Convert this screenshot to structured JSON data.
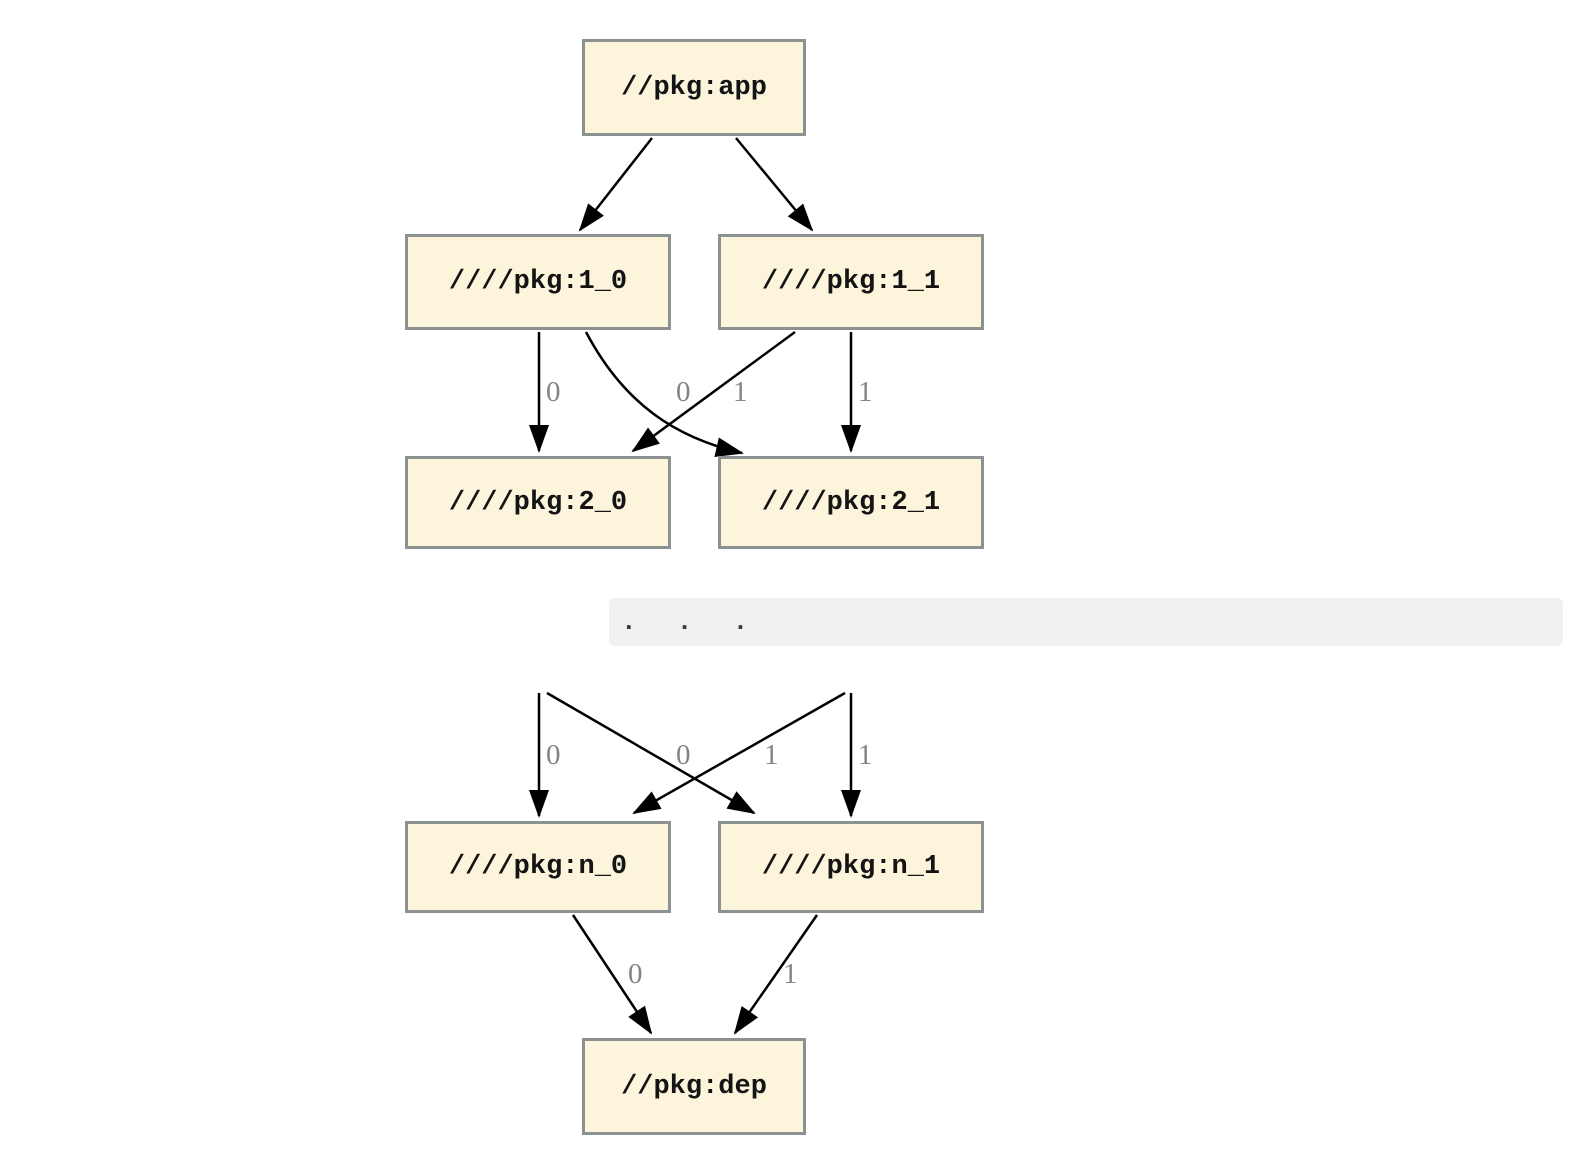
{
  "diagram": {
    "kind": "dependency-graph",
    "nodes": {
      "app": {
        "label": "//pkg:app"
      },
      "l1_0": {
        "label": "////pkg:1_0"
      },
      "l1_1": {
        "label": "////pkg:1_1"
      },
      "l2_0": {
        "label": "////pkg:2_0"
      },
      "l2_1": {
        "label": "////pkg:2_1"
      },
      "ln_0": {
        "label": "////pkg:n_0"
      },
      "ln_1": {
        "label": "////pkg:n_1"
      },
      "dep": {
        "label": "//pkg:dep"
      }
    },
    "ellipsis": {
      "text": ".  .  ."
    },
    "edges": [
      {
        "from": "//pkg:app",
        "to": "////pkg:1_0",
        "label": ""
      },
      {
        "from": "//pkg:app",
        "to": "////pkg:1_1",
        "label": ""
      },
      {
        "from": "////pkg:1_0",
        "to": "////pkg:2_0",
        "label": "0"
      },
      {
        "from": "////pkg:1_0",
        "to": "////pkg:2_1",
        "label": "0"
      },
      {
        "from": "////pkg:1_1",
        "to": "////pkg:2_0",
        "label": "1"
      },
      {
        "from": "////pkg:1_1",
        "to": "////pkg:2_1",
        "label": "1"
      },
      {
        "from": "...",
        "to": "////pkg:n_0",
        "label": "0"
      },
      {
        "from": "...",
        "to": "////pkg:n_1",
        "label": "0"
      },
      {
        "from": "...",
        "to": "////pkg:n_0",
        "label": "1"
      },
      {
        "from": "...",
        "to": "////pkg:n_1",
        "label": "1"
      },
      {
        "from": "////pkg:n_0",
        "to": "//pkg:dep",
        "label": "0"
      },
      {
        "from": "////pkg:n_1",
        "to": "//pkg:dep",
        "label": "1"
      }
    ],
    "colors": {
      "background": "#ffffff",
      "node_fill": "#fcf5dc",
      "node_border": "#8c9292",
      "node_text": "#141414",
      "edge": "#000000",
      "edge_label": "#848484",
      "ellipsis_bg": "#f1f1f1",
      "ellipsis_text": "#3c3c3c"
    }
  }
}
